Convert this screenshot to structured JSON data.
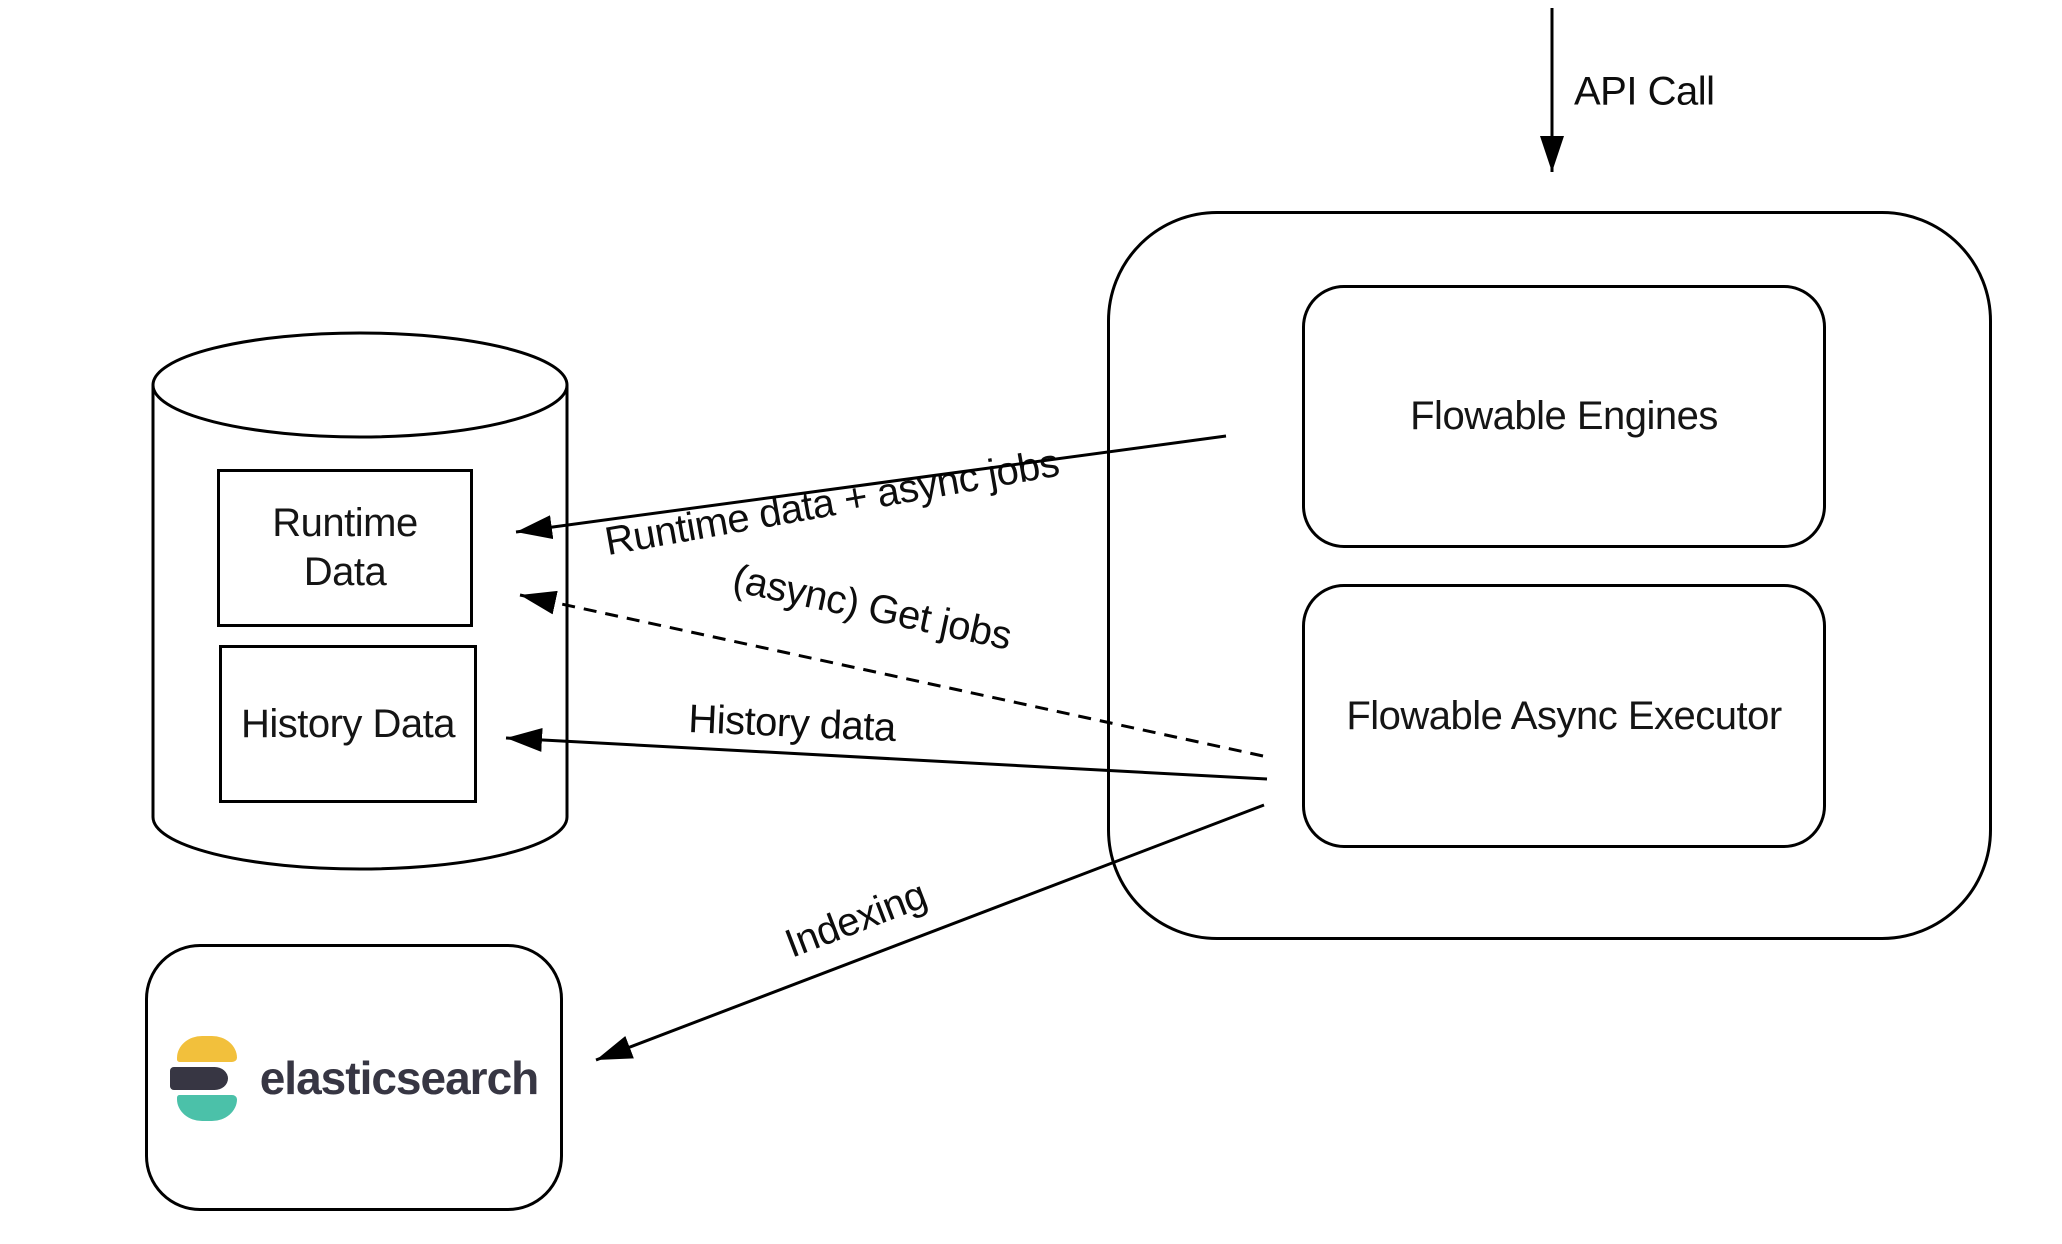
{
  "diagram": {
    "api_call": {
      "label": "API Call"
    },
    "flowable": {
      "engines_label": "Flowable Engines",
      "async_executor_label": "Flowable Async Executor"
    },
    "database": {
      "runtime_label": "Runtime Data",
      "history_label": "History Data"
    },
    "elasticsearch": {
      "label": "elasticsearch"
    },
    "edges": {
      "runtime": "Runtime data + async jobs",
      "get_jobs": "(async) Get jobs",
      "history": "History data",
      "indexing": "Indexing"
    },
    "colors": {
      "elastic_yellow": "#F2C03C",
      "elastic_dark": "#373643",
      "elastic_teal": "#4BC1A9",
      "line": "#000000"
    }
  }
}
